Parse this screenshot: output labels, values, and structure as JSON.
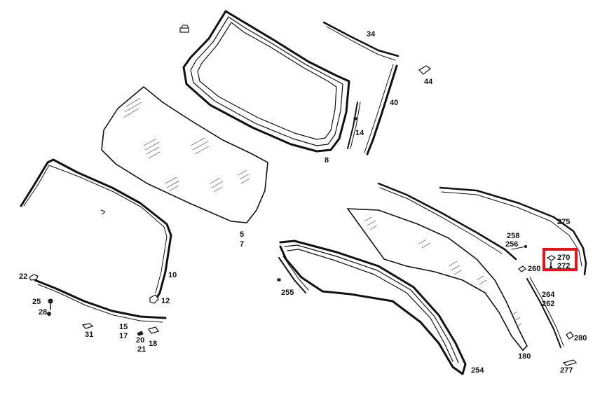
{
  "labels": {
    "p34": "34",
    "p44": "44",
    "p40": "40",
    "p14": "14",
    "p8": "8",
    "p5": "5",
    "p7": "7",
    "p10": "10",
    "p12": "12",
    "p22": "22",
    "p25": "25",
    "p28": "28",
    "p31": "31",
    "p15": "15",
    "p17": "17",
    "p20": "20",
    "p21": "21",
    "p18": "18",
    "p255": "255",
    "p254": "254",
    "p180": "180",
    "p258": "258",
    "p256": "256",
    "p275": "275",
    "p270": "270",
    "p272": "272",
    "p260": "260",
    "p264": "264",
    "p262": "262",
    "p280": "280",
    "p277": "277"
  },
  "highlight": {
    "part": "270",
    "color": "#e8121b"
  }
}
